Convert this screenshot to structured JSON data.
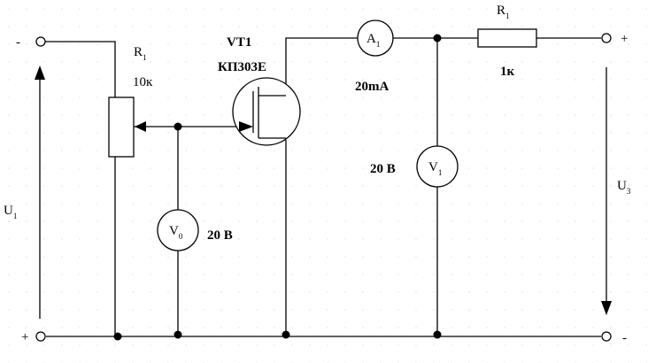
{
  "input": {
    "top_polarity": "-",
    "bottom_polarity": "+",
    "voltage_main": "U",
    "voltage_sub": "1"
  },
  "output": {
    "top_polarity": "+",
    "bottom_polarity": "-",
    "voltage_main": "U",
    "voltage_sub": "3"
  },
  "potentiometer": {
    "name_main": "R",
    "name_sub": "1",
    "value": "10к"
  },
  "transistor": {
    "name": "VT1",
    "model": "КП303Е"
  },
  "ammeter": {
    "symbol_main": "A",
    "symbol_sub": "1",
    "range": "20mA"
  },
  "load_resistor": {
    "name_main": "R",
    "name_sub": "1",
    "value": "1к"
  },
  "voltmeter_gate": {
    "symbol_main": "V",
    "symbol_sub": "0",
    "range": "20 В"
  },
  "voltmeter_drain": {
    "symbol_main": "V",
    "symbol_sub": "1",
    "range": "20 В"
  }
}
